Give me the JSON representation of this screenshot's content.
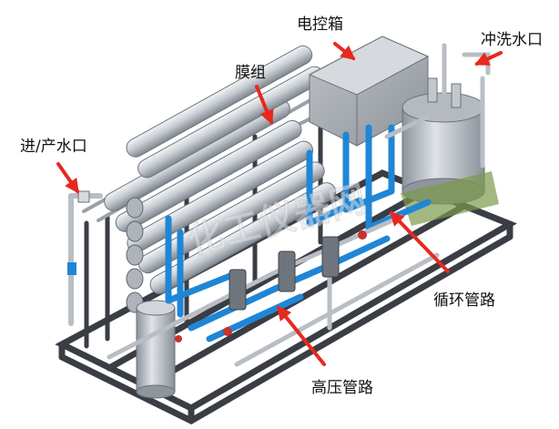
{
  "labels": {
    "control_box": "电控箱",
    "membrane": "膜组",
    "flush_port": "冲洗水口",
    "inlet_outlet": "进/产水口",
    "circulation": "循环管路",
    "high_pressure": "高压管路"
  },
  "watermark": "化工仪器网",
  "colors": {
    "arrow": "#e8281f",
    "frame": "#3a3d44",
    "pipe_gray": "#b9bec4",
    "pipe_blue": "#1f86d6",
    "vessel": "#c7ccd2",
    "text": "#111111"
  }
}
